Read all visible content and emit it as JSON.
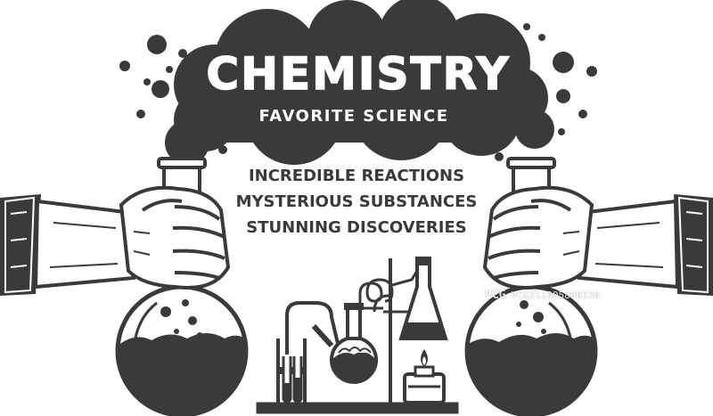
{
  "poster": {
    "title": "CHEMISTRY",
    "subtitle": "FAVORITE SCIENCE",
    "lines": [
      "INCREDIBLE REACTIONS",
      "MYSTERIOUS SUBSTANCES",
      "STUNNING DISCOVERIES"
    ]
  },
  "watermark": {
    "logo": "VCG",
    "id": "VCG211305808338"
  },
  "colors": {
    "ink": "#3a3a3a",
    "paper": "#ffffff"
  }
}
